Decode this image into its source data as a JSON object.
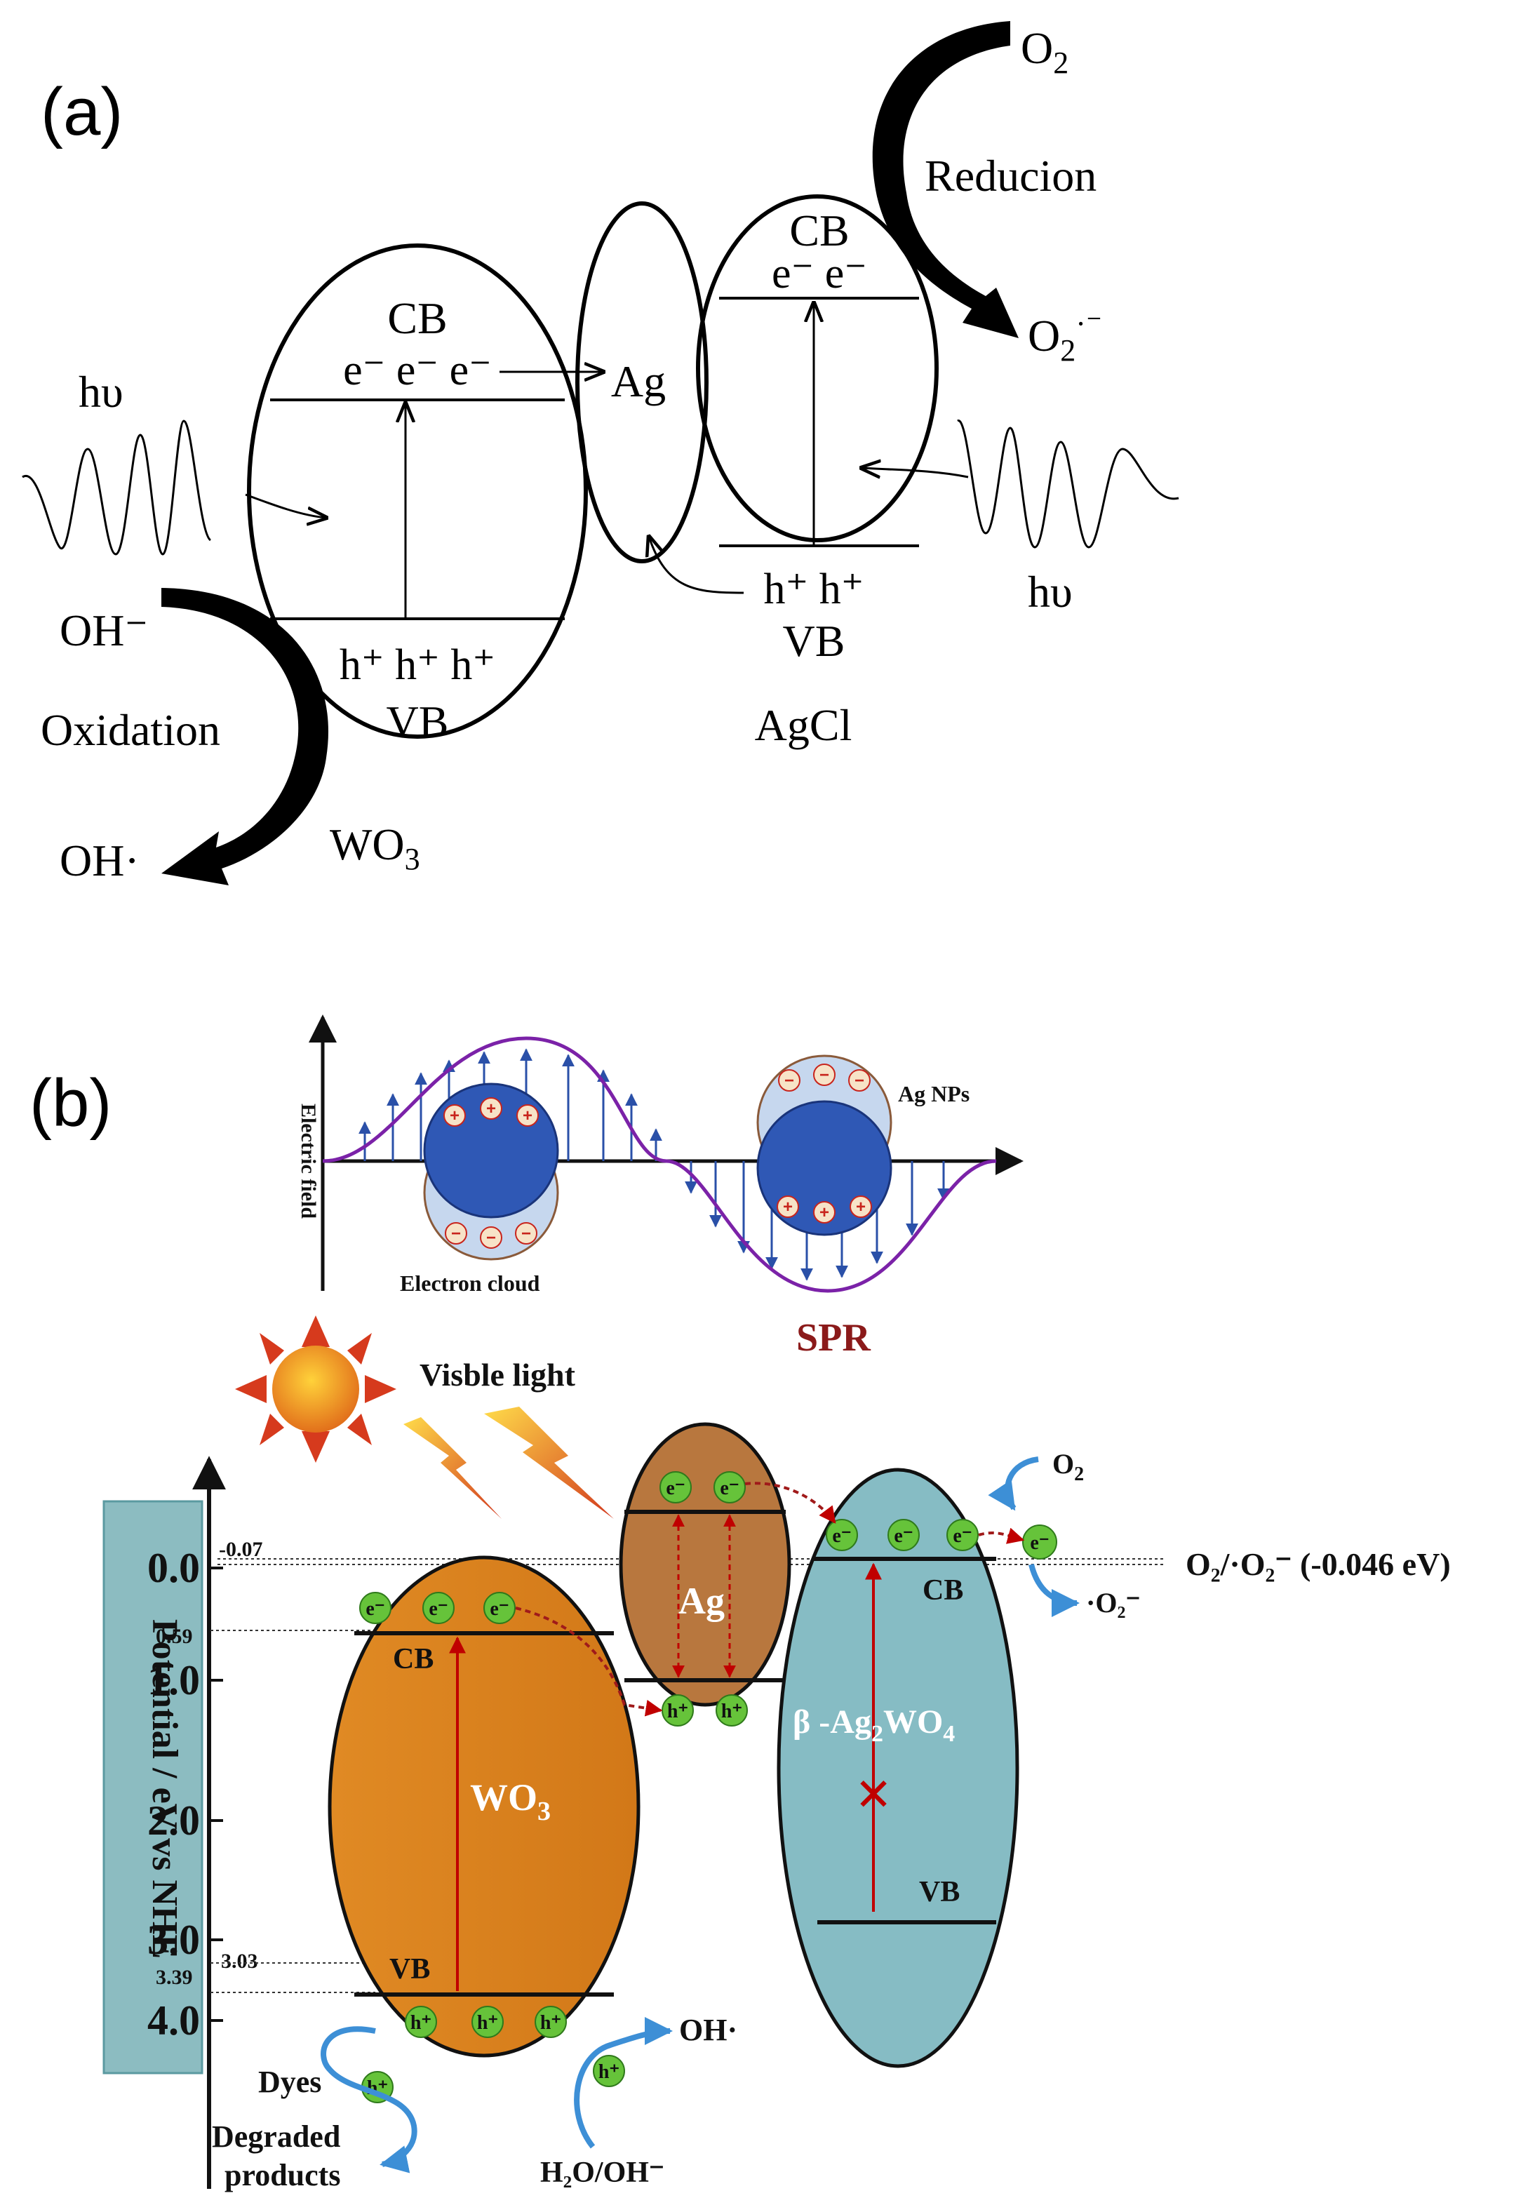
{
  "panel_a": {
    "label": "(a)",
    "wo3": {
      "cb": "CB",
      "cb_e": "e⁻ e⁻ e⁻",
      "vb_h": "h⁺ h⁺ h⁺",
      "vb": "VB",
      "name_main": "WO",
      "name_sub": "3"
    },
    "ag": {
      "name": "Ag"
    },
    "agcl": {
      "cb": "CB",
      "cb_e": "e⁻ e⁻",
      "vb_h": "h⁺ h⁺",
      "vb": "VB",
      "name": "AgCl"
    },
    "hv_left": "hυ",
    "hv_right": "hυ",
    "oxidation": {
      "from": "OH⁻",
      "label": "Oxidation",
      "to": "OH·"
    },
    "reduction": {
      "from_main": "O",
      "from_sub": "2",
      "label": "Reducion",
      "to_main": "O",
      "to_sub": "2",
      "to_sup": "·⁻"
    }
  },
  "panel_b": {
    "label": "(b)",
    "spr": {
      "y_axis_label": "Electric field",
      "ag_nps": "Ag NPs",
      "electron_cloud": "Electron cloud",
      "title": "SPR"
    },
    "visible_light": "Visble light",
    "axis": {
      "label": "Potential / eV vs NHE",
      "ticks": [
        "0.0",
        "1.0",
        "2.0",
        "3.0",
        "4.0"
      ],
      "marks": [
        "-0.07",
        "0.59",
        "3.03",
        "3.39"
      ]
    },
    "wo3": {
      "cb": "CB",
      "vb": "VB",
      "name_main": "WO",
      "name_sub": "3"
    },
    "ag": {
      "name": "Ag"
    },
    "beta": {
      "name_main": "β -Ag",
      "name_sub1": "2",
      "name_mid": "WO",
      "name_sub2": "4",
      "cb": "CB",
      "vb": "VB"
    },
    "electron": "e⁻",
    "hole": "h⁺",
    "o2": {
      "main": "O",
      "sub": "2"
    },
    "superoxide": "·O₂⁻",
    "redox_ref": "O₂/·O₂⁻ (-0.046 eV)",
    "oh_radical": "OH·",
    "dyes": "Dyes",
    "degraded_1": "Degraded",
    "degraded_2": "products",
    "water": "H₂O/OH⁻"
  },
  "colors": {
    "wo3": "#d8801e",
    "ag": "#b8773e",
    "beta": "#86bcc4",
    "axis_box": "#8cbcc1",
    "particle": "#66c33a",
    "red": "#c00000",
    "blue_arrow": "#3d8fd6",
    "spr_wave": "#7b22a8",
    "sun": "#e2701b"
  }
}
